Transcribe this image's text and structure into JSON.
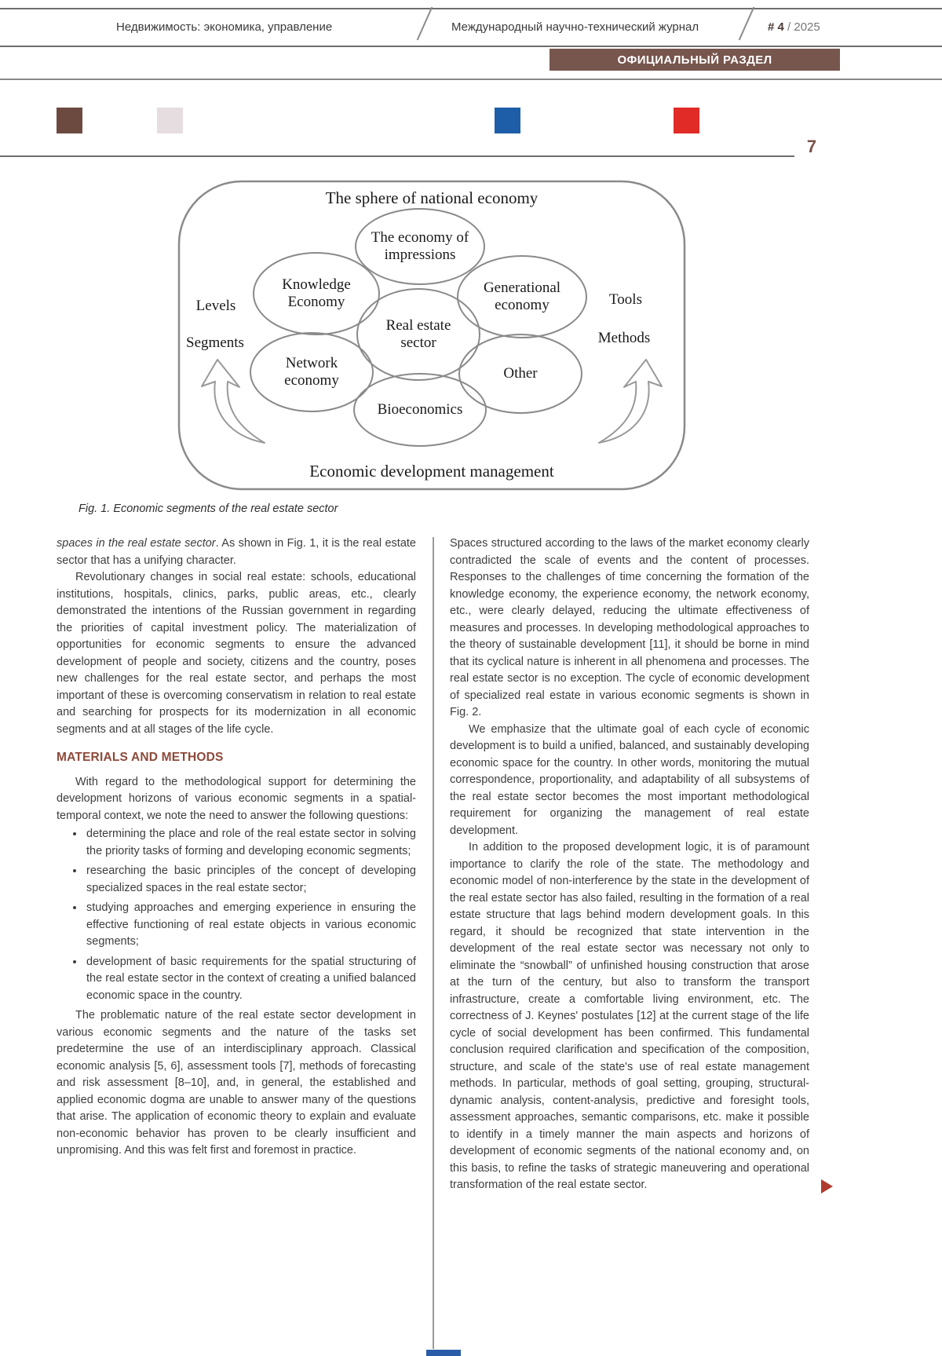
{
  "header": {
    "journal_title": "Недвижимость: экономика, управление",
    "journal_subtitle": "Международный научно-технический журнал",
    "issue_number": "# 4",
    "issue_year": "/ 2025",
    "section_banner": "ОФИЦИАЛЬНЫЙ РАЗДЕЛ",
    "page_number": "7"
  },
  "colors": {
    "banner_bg": "#77564e",
    "heading_accent": "#8e4a3a",
    "page_number": "#7a5248",
    "mark_brown": "#6d4a40",
    "mark_light": "#e6dde0",
    "mark_blue": "#1e5ea8",
    "mark_red": "#e02b27",
    "continue_arrow_red": "#b03a2e",
    "bottom_mark_blue": "#2a5ca8"
  },
  "figure": {
    "title": "The sphere of national economy",
    "bottom_label": "Economic development management",
    "caption": "Fig. 1. Economic segments of the real estate sector",
    "ellipses": {
      "impressions": "The economy of impressions",
      "knowledge": "Knowledge Economy",
      "generational": "Generational economy",
      "real_estate": "Real estate sector",
      "network": "Network economy",
      "other": "Other",
      "bio": "Bioeconomics"
    },
    "labels": {
      "levels": "Levels",
      "segments": "Segments",
      "tools": "Tools",
      "methods": "Methods"
    }
  },
  "article": {
    "left": {
      "p1_italic": "spaces in the real estate sector",
      "p1_rest": ". As shown in Fig. 1, it is the real estate sector that has a unifying character.",
      "p2": "Revolutionary changes in social real estate: schools, educational institutions, hospitals, clinics, parks, public areas, etc., clearly demonstrated the intentions of the Russian government in regarding the priorities of capital investment policy. The materialization of opportunities for economic segments to ensure the advanced development of people and society, citizens and the country, poses new challenges for the real estate sector, and perhaps the most important of these is overcoming conservatism in relation to real estate and searching for prospects for its modernization in all economic segments and at all stages of the life cycle.",
      "heading": "MATERIALS AND METHODS",
      "p3": "With regard to the methodological support for determining the development horizons of various economic segments in a spatial-temporal context, we note the need to answer the following questions:",
      "bullets": [
        "determining the place and role of the real estate sector in solving the priority tasks of forming and developing economic segments;",
        "researching the basic principles of the concept of developing specialized spaces in the real estate sector;",
        "studying approaches and emerging experience in ensuring the effective functioning of real estate objects in various economic segments;",
        "development of basic requirements for the spatial structuring of the real estate sector in the context of creating a unified balanced economic space in the country."
      ],
      "p4": "The problematic nature of the real estate sector development in various economic segments and the nature of the tasks set predetermine the use of an interdisciplinary approach. Classical economic analysis [5, 6], assessment tools [7], methods of forecasting and risk assessment [8–10], and, in general, the established and applied economic dogma are unable to answer many of the questions that arise. The application of economic theory to explain and evaluate non-economic behavior has proven to be clearly insufficient and unpromising. And this was felt first and foremost in practice."
    },
    "right": {
      "p1": "Spaces structured according to the laws of the market economy clearly contradicted the scale of events and the content of processes. Responses to the challenges of time concerning the formation of the knowledge economy, the experience economy, the network economy, etc., were clearly delayed, reducing the ultimate effectiveness of measures and processes. In developing methodological approaches to the theory of sustainable development [11], it should be borne in mind that its cyclical nature is inherent in all phenomena and processes. The real estate sector is no exception. The cycle of economic development of specialized real estate in various economic segments is shown in Fig. 2.",
      "p2": "We emphasize that the ultimate goal of each cycle of economic development is to build a unified, balanced, and sustainably developing economic space for the country. In other words, monitoring the mutual correspondence, proportionality, and adaptability of all subsystems of the real estate sector becomes the most important methodological requirement for organizing the management of real estate development.",
      "p3": "In addition to the proposed development logic, it is of paramount importance to clarify the role of the state. The methodology and economic model of non-interference by the state in the development of the real estate sector has also failed, resulting in the formation of a real estate structure that lags behind modern development goals. In this regard, it should be recognized that state intervention in the development of the real estate sector was necessary not only to eliminate the “snowball” of unfinished housing construction that arose at the turn of the century, but also to transform the transport infrastructure, create a comfortable living environment, etc. The correctness of J. Keynes' postulates [12] at the current stage of the life cycle of social development has been confirmed. This fundamental conclusion required clarification and specification of the composition, structure, and scale of the state's use of real estate management methods. In particular, methods of goal setting, grouping, structural-dynamic analysis, content-analysis, predictive and foresight tools, assessment approaches, semantic comparisons, etc. make it possible to identify in a timely manner the main aspects and horizons of development of economic segments of the national economy and, on this basis, to refine the tasks of strategic maneuvering and operational transformation of the real estate sector."
    }
  }
}
